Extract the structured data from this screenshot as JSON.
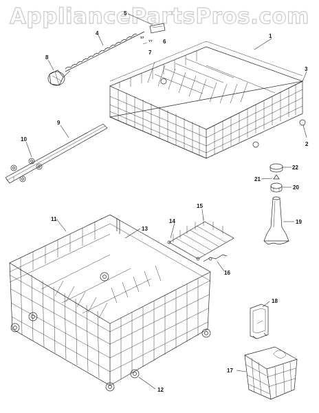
{
  "watermark": "AppliancePartsPros.com",
  "callouts": {
    "c1": "1",
    "c2": "2",
    "c3": "3",
    "c4": "4",
    "c5": "5",
    "c6": "6",
    "c7": "7",
    "c8": "8",
    "c9": "9",
    "c10": "10",
    "c11": "11",
    "c12": "12",
    "c13": "13",
    "c14": "14",
    "c15": "15",
    "c16": "16",
    "c17": "17",
    "c18": "18",
    "c19": "19",
    "c20": "20",
    "c21": "21",
    "c22": "22"
  }
}
